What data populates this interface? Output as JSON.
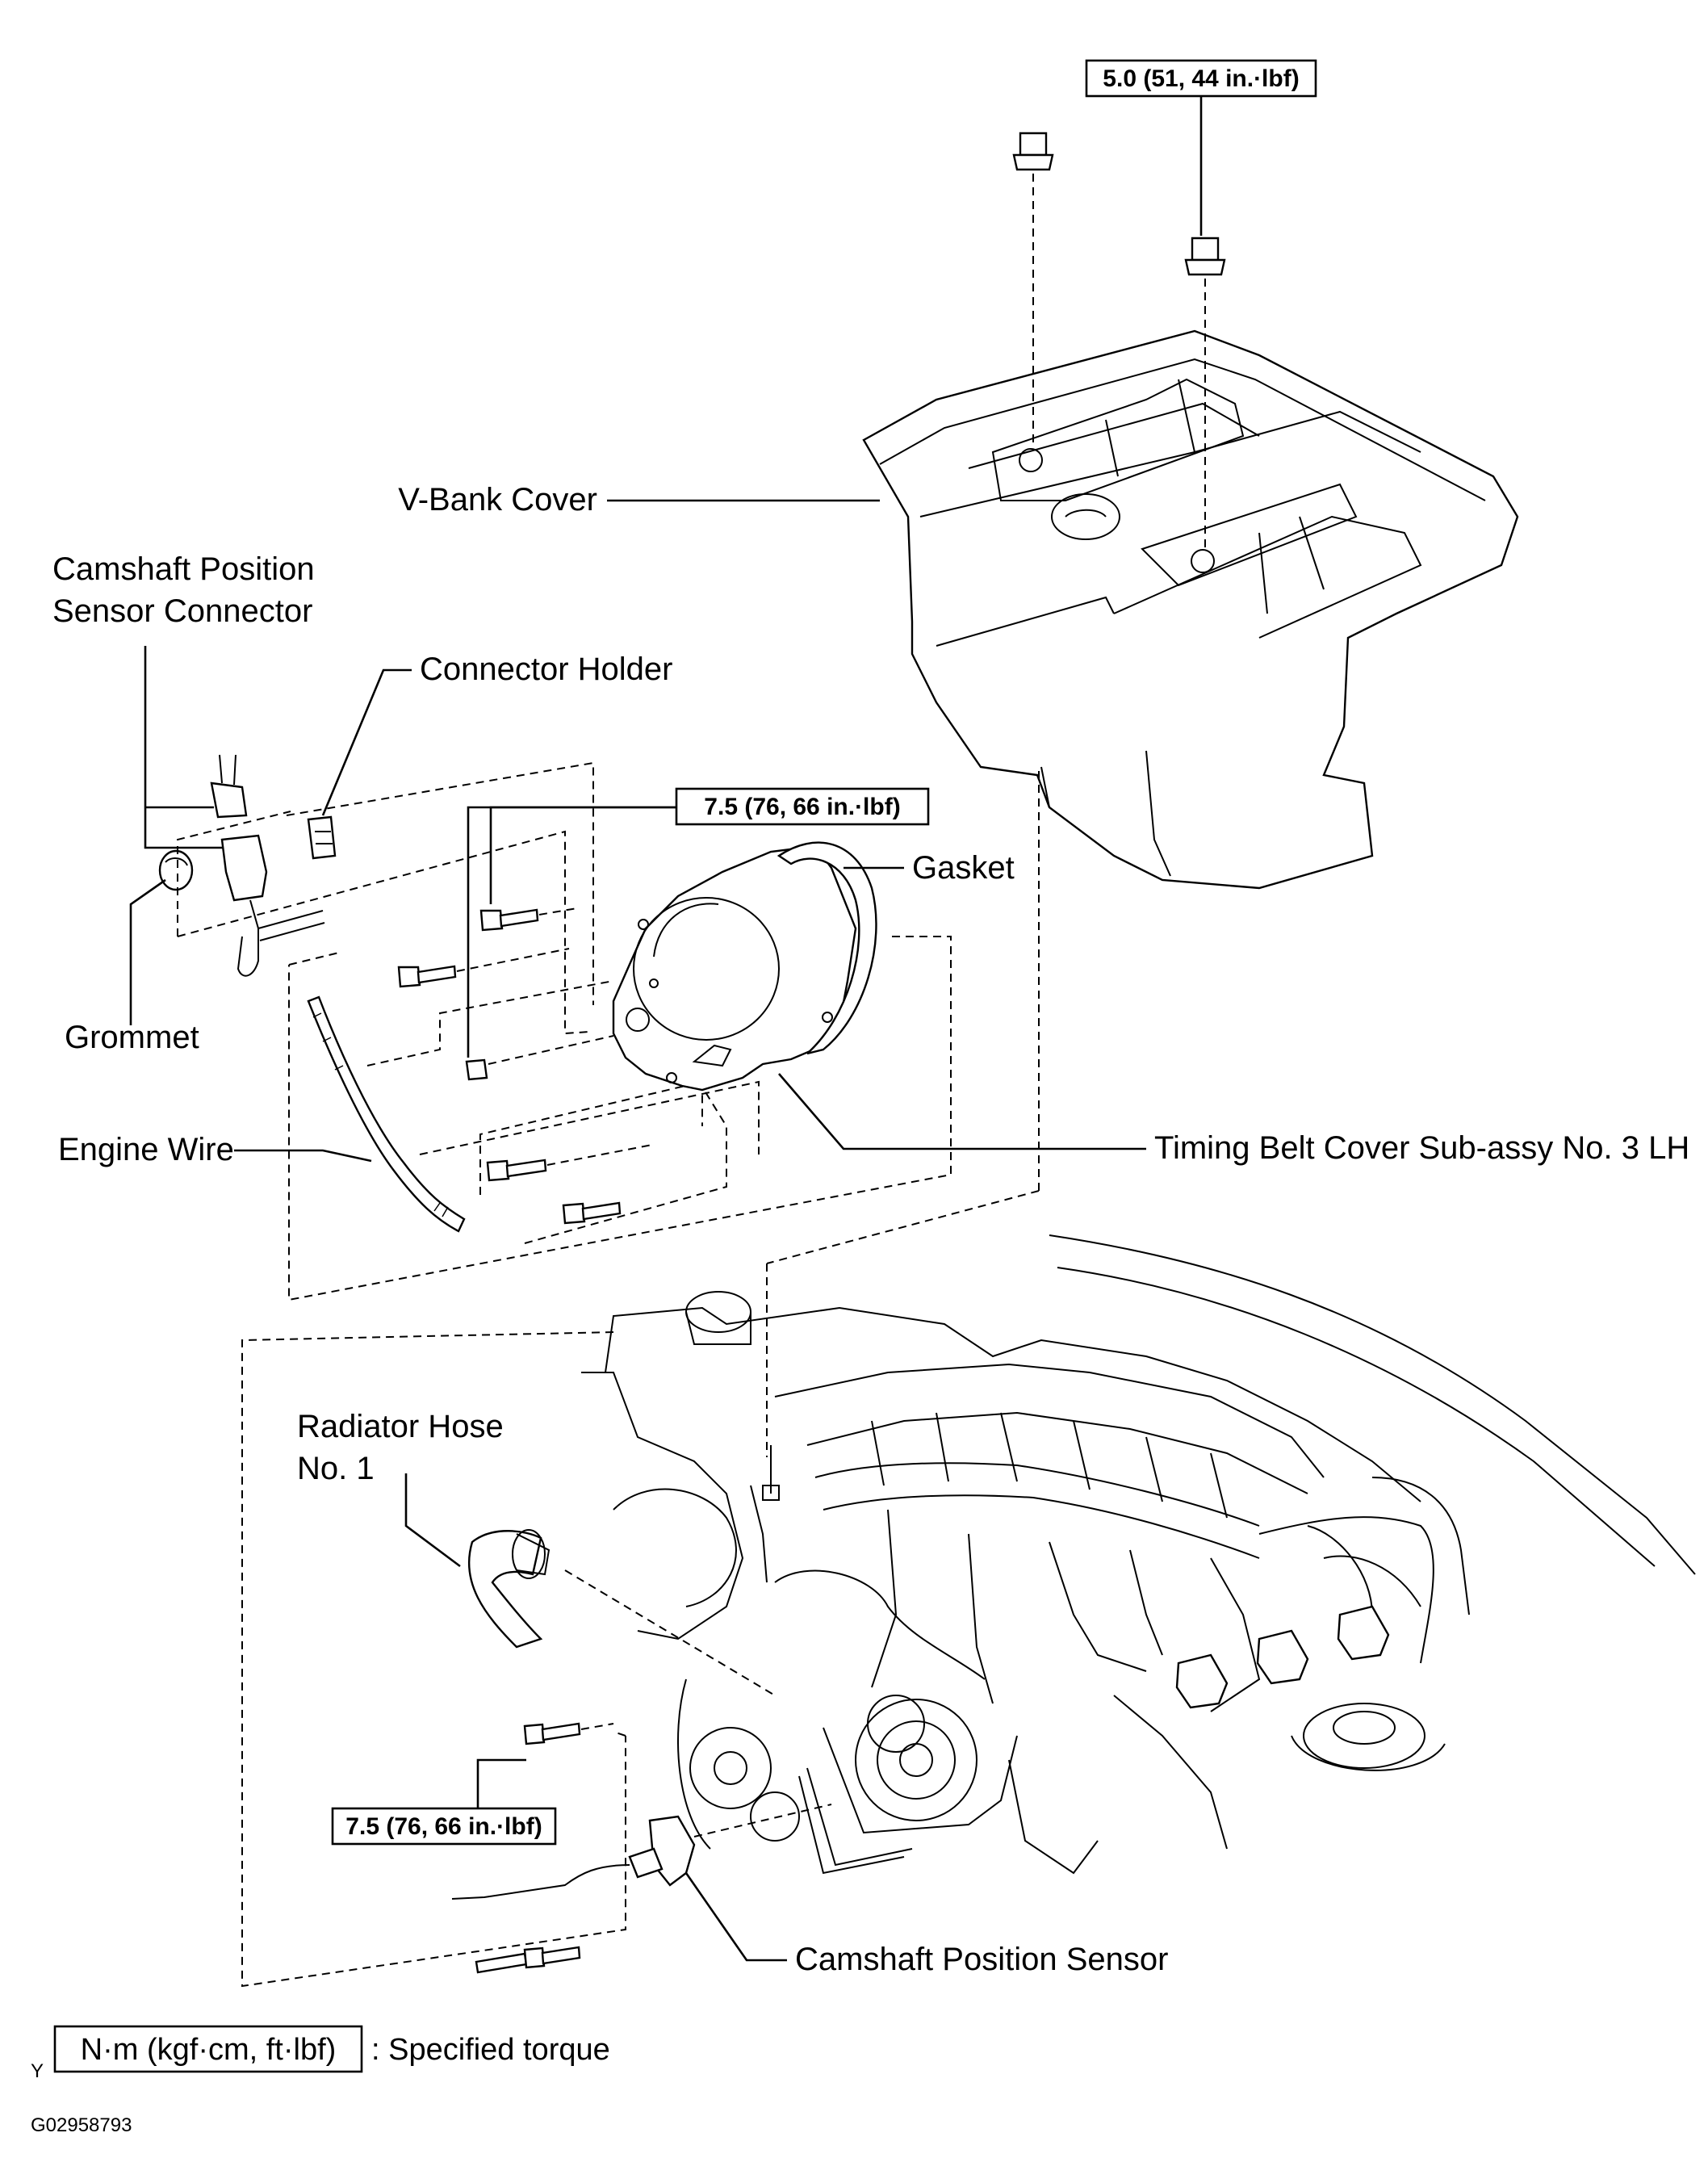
{
  "diagram": {
    "torque_labels": {
      "top": "5.0 (51, 44 in.·lbf)",
      "middle": "7.5 (76, 66 in.·lbf)",
      "bottom": "7.5 (76, 66 in.·lbf)"
    },
    "labels": {
      "v_bank_cover": "V-Bank  Cover",
      "camshaft_position_sensor_connector_line1": "Camshaft Position",
      "camshaft_position_sensor_connector_line2": "Sensor Connector",
      "connector_holder": "Connector Holder",
      "gasket": "Gasket",
      "grommet": "Grommet",
      "engine_wire": "Engine Wire",
      "timing_belt_cover": "Timing Belt Cover Sub-assy No. 3 LH",
      "radiator_hose_line1": "Radiator Hose",
      "radiator_hose_line2": "No. 1",
      "camshaft_position_sensor": "Camshaft Position Sensor"
    },
    "legend": {
      "marker": "Y",
      "unit_box": "N·m (kgf·cm, ft·lbf)",
      "description": ": Specified torque"
    },
    "figure_id": "G02958793"
  }
}
